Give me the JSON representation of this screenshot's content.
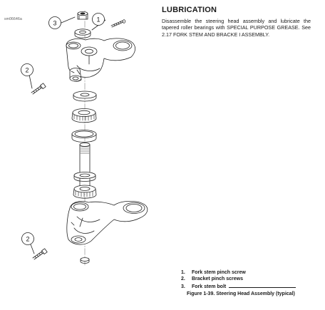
{
  "figure_id": "sm06646a",
  "section": {
    "title": "LUBRICATION",
    "body": "Disassemble the steering head assembly and lubricate the tapered roller bearings with SPECIAL PURPOSE GREASE. See 2.17 FORK STEM AND BRACKE I ASSEMBLY."
  },
  "callouts": [
    "1",
    "2",
    "3",
    "2"
  ],
  "legend": [
    {
      "number": "1.",
      "label": "Fork stem pinch screw"
    },
    {
      "number": "2.",
      "label": "Bracket pinch screws"
    },
    {
      "number": "3.",
      "label": "Fork stem bolt"
    }
  ],
  "caption": "Figure 1-39. Steering Head Assembly (typical)"
}
